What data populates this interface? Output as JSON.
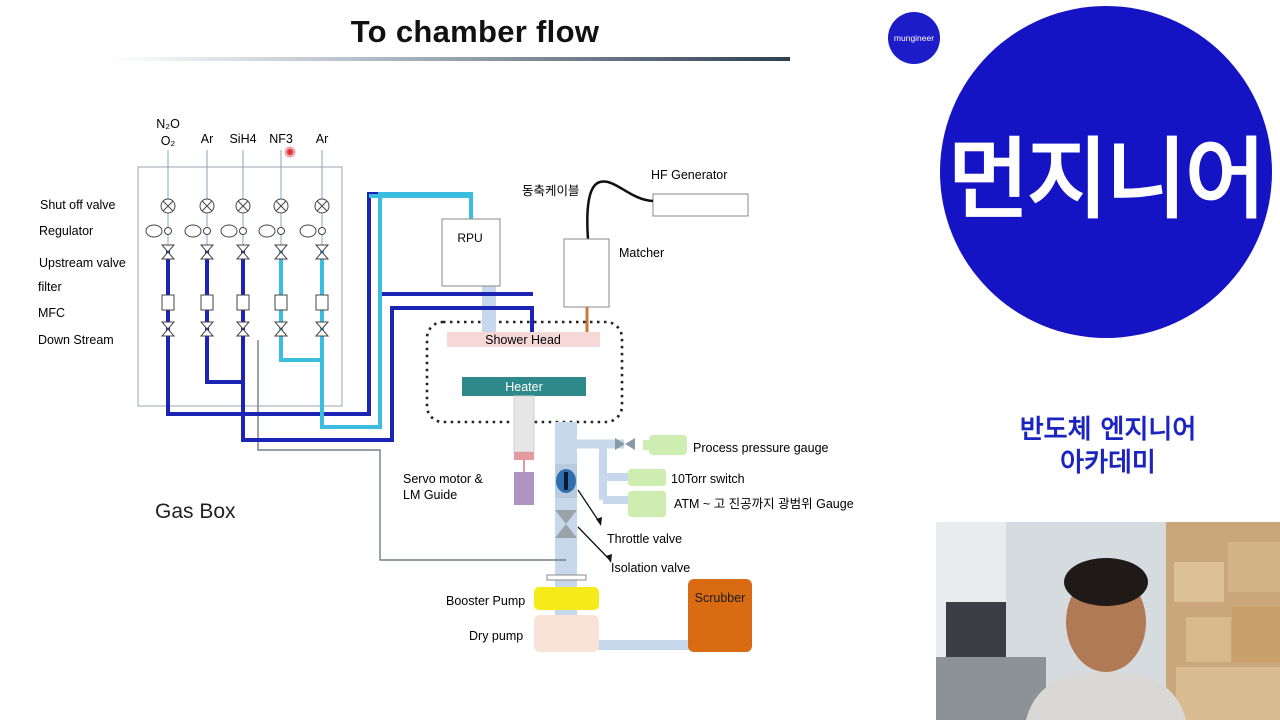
{
  "title": "To chamber flow",
  "logo_small_text": "mungineer",
  "logo_big_text": "먼지니어",
  "academy_line1": "반도체 엔지니어",
  "academy_line2": "아카데미",
  "gas_lines": {
    "n2o": "N₂O",
    "o2": "O₂",
    "ar1": "Ar",
    "sih4": "SiH4",
    "nf3": "NF3",
    "ar2": "Ar"
  },
  "gasbox_labels": {
    "shutoff": "Shut off valve",
    "regulator": "Regulator",
    "upstream": "Upstream valve",
    "filter": "filter",
    "mfc": "MFC",
    "downstream": "Down Stream"
  },
  "gas_box": "Gas Box",
  "components": {
    "rpu": "RPU",
    "coax_cable": "동축케이블",
    "hf_generator": "HF Generator",
    "matcher": "Matcher",
    "shower_head": "Shower Head",
    "heater": "Heater",
    "servo_line1": "Servo motor &",
    "servo_line2": "LM Guide",
    "process_gauge": "Process pressure gauge",
    "torr_switch": "10Torr switch",
    "atm_gauge": "ATM ~ 고 진공까지 광범위 Gauge",
    "throttle": "Throttle valve",
    "isolation": "Isolation valve",
    "booster": "Booster Pump",
    "dry_pump": "Dry pump",
    "scrubber": "Scrubber"
  },
  "colors": {
    "dark_line": "#1b24b4",
    "cyan_line": "#3bbde0",
    "pale_line": "#c7d8ec",
    "heater": "#2e8a8a",
    "shower_head": "#f6d9d6",
    "booster": "#f5ea1a",
    "scrubber": "#d96b12",
    "gauge": "#cdeeb0",
    "logo_blue": "#1414c4",
    "academy_blue": "#1c24c0"
  }
}
